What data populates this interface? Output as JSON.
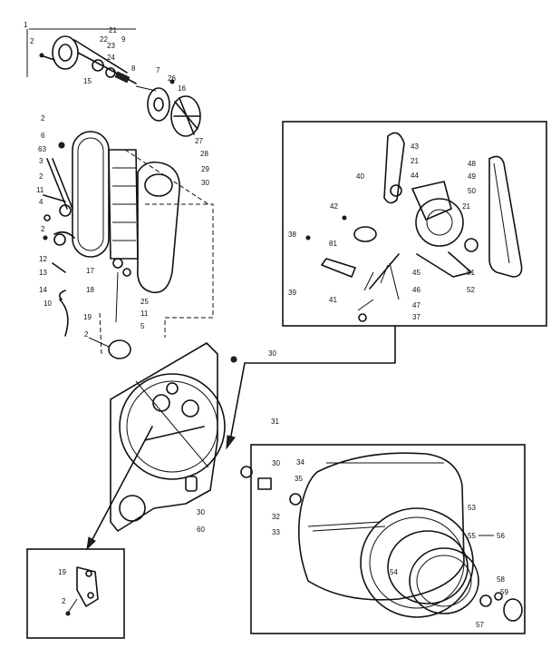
{
  "callouts": {
    "c1": "1",
    "c2a": "2",
    "c21a": "21",
    "c22": "22",
    "c23": "23",
    "c9": "9",
    "c24": "24",
    "c8": "8",
    "c15": "15",
    "c7": "7",
    "c26": "26",
    "c16": "16",
    "c27": "27",
    "c2b": "2",
    "c6": "6",
    "c63": "63",
    "c3": "3",
    "c2c": "2",
    "c11a": "11",
    "c4": "4",
    "c2d": "2",
    "c12": "12",
    "c13": "13",
    "c14": "14",
    "c10": "10",
    "c28": "28",
    "c29": "29",
    "c30a": "30",
    "c17": "17",
    "c18": "18",
    "c25": "25",
    "c11b": "11",
    "c5": "5",
    "c19a": "19",
    "c2e": "2",
    "c30b": "30",
    "c60": "60",
    "c30c": "30",
    "c43": "43",
    "c21b": "21",
    "c44": "44",
    "c40": "40",
    "c48": "48",
    "c49": "49",
    "c50": "50",
    "c42": "42",
    "c21c": "21",
    "c38": "38",
    "c81": "81",
    "c45": "45",
    "c51": "51",
    "c52": "52",
    "c39": "39",
    "c41": "41",
    "c46": "46",
    "c47": "47",
    "c37": "37",
    "c31": "31",
    "c30d": "30",
    "c34": "34",
    "c35": "35",
    "c32": "32",
    "c33": "33",
    "c53": "53",
    "c55": "55",
    "c56": "56",
    "c54": "54",
    "c58": "58",
    "c59": "59",
    "c57": "57",
    "c19b": "19",
    "c2f": "2"
  }
}
